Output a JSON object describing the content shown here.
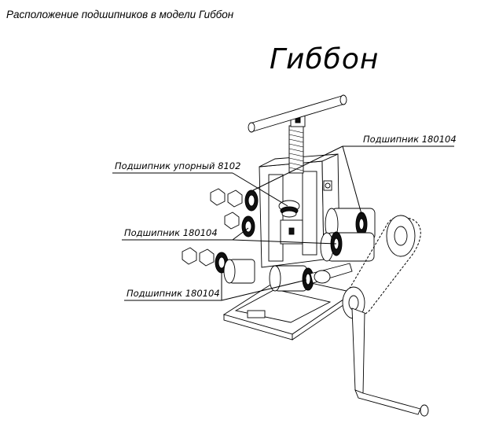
{
  "caption": "Расположение подшипников в модели Гиббон",
  "brand": "Гиббон",
  "callouts": {
    "thrust_bearing": "Подшипник упорный 8102",
    "bearing_left_mid": "Подшипник 180104",
    "bearing_right_top": "Подшипник 180104",
    "bearing_bottom": "Подшипник 180104"
  }
}
